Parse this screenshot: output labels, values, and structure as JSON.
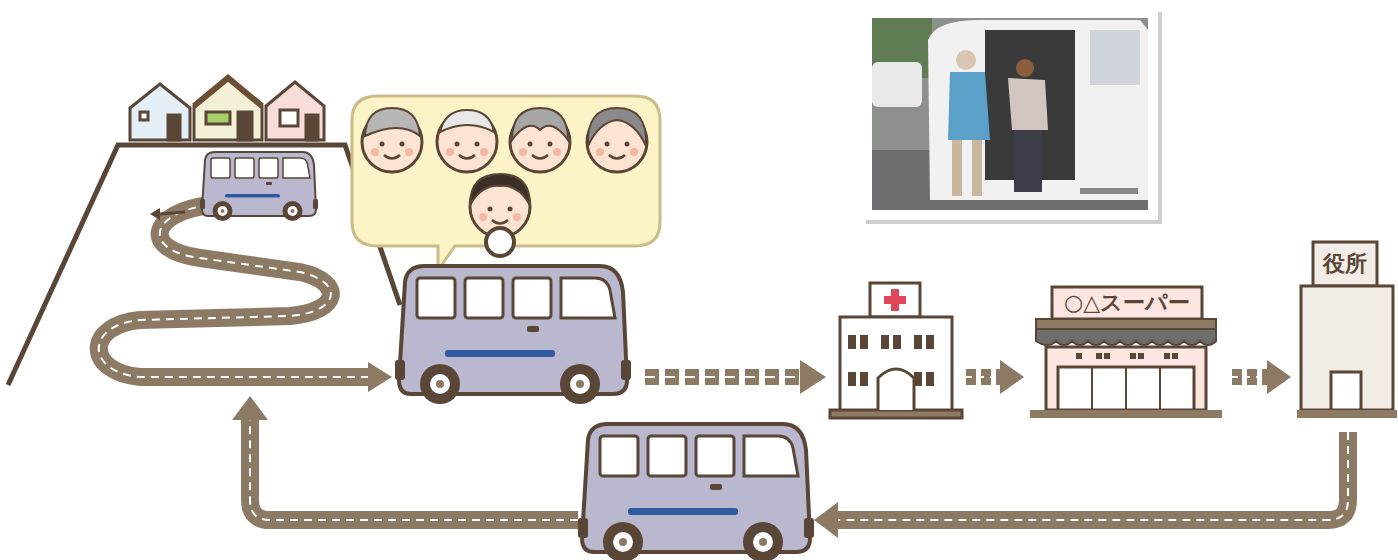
{
  "diagram": {
    "nodes": [
      {
        "text": [
          "○△スーパー"
        ]
      },
      {
        "text": [
          "役所"
        ]
      }
    ],
    "edges": [
      {
        "from": 0,
        "to": 1,
        "arrow": "to"
      }
    ]
  }
}
